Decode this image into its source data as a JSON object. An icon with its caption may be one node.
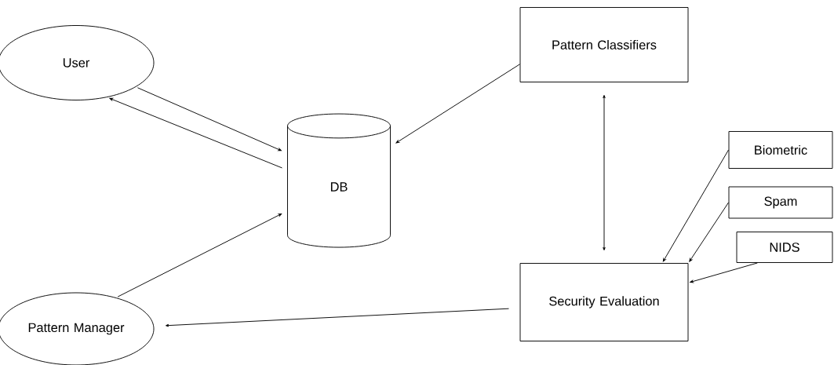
{
  "diagram": {
    "nodes": [
      {
        "text": [
          "User"
        ]
      },
      {
        "text": [
          "DB"
        ]
      },
      {
        "text": [
          "Pattern Classifiers"
        ]
      },
      {
        "text": [
          "Biometric"
        ]
      },
      {
        "text": [
          "Spam"
        ]
      },
      {
        "text": [
          "NIDS"
        ]
      },
      {
        "text": [
          "Security Evaluation"
        ]
      },
      {
        "text": [
          "Pattern Manager"
        ]
      }
    ],
    "edges": [
      {
        "from": 0,
        "to": 1,
        "arrow": "to"
      },
      {
        "from": 1,
        "to": 0,
        "arrow": "to"
      },
      {
        "from": 2,
        "to": 1,
        "arrow": "to"
      },
      {
        "from": 2,
        "to": 6,
        "arrow": "both"
      },
      {
        "from": 3,
        "to": 6,
        "arrow": "to"
      },
      {
        "from": 4,
        "to": 6,
        "arrow": "to"
      },
      {
        "from": 5,
        "to": 6,
        "arrow": "to"
      },
      {
        "from": 7,
        "to": 1,
        "arrow": "to"
      },
      {
        "from": 6,
        "to": 7,
        "arrow": "to"
      }
    ]
  }
}
